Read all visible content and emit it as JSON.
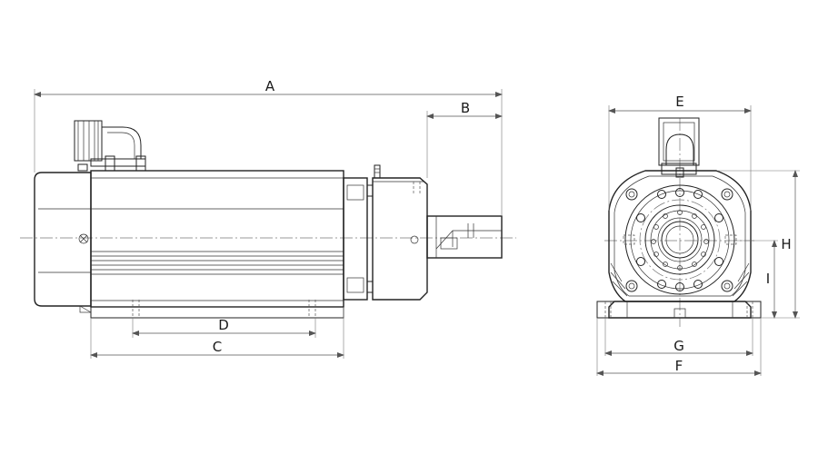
{
  "dimensions": {
    "A": "A",
    "B": "B",
    "C": "C",
    "D": "D",
    "E": "E",
    "F": "F",
    "G": "G",
    "H": "H",
    "I": "I"
  }
}
